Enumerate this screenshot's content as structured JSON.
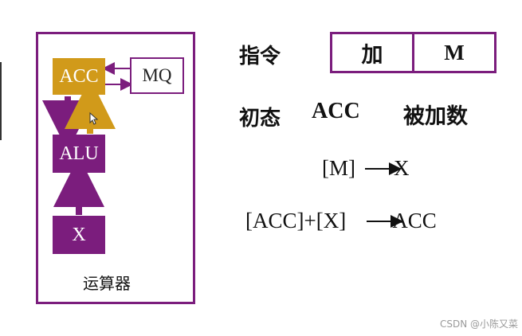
{
  "diagram": {
    "registers": {
      "acc": "ACC",
      "mq": "MQ",
      "alu": "ALU",
      "x": "X"
    },
    "unit_label": "运算器",
    "colors": {
      "purple": "#7b1d7d",
      "gold": "#d19a1a"
    }
  },
  "instruction": {
    "label": "指令",
    "opcode": "加",
    "operand": "M"
  },
  "initial_state": {
    "label": "初态",
    "register": "ACC",
    "value": "被加数"
  },
  "steps": {
    "step1_left": "[M]",
    "step1_right": "X",
    "step2_left": "[ACC]+[X]",
    "step2_right": "ACC"
  },
  "watermark": "CSDN @小陈又菜"
}
